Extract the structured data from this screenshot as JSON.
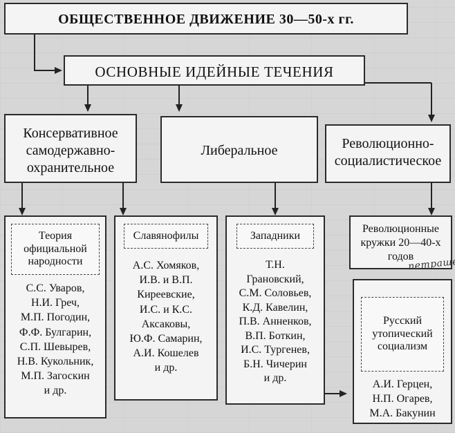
{
  "title": "ОБЩЕСТВЕННОЕ ДВИЖЕНИЕ 30—50-х гг.",
  "subtitle": "ОСНОВНЫЕ ИДЕЙНЫЕ ТЕЧЕНИЯ",
  "currents": [
    {
      "label": "Консервативное самодержавно-охранительное"
    },
    {
      "label": "Либеральное"
    },
    {
      "label": "Революционно-социалистическое"
    }
  ],
  "groups": [
    {
      "heading": "Теория официальной народности",
      "members": [
        "С.С. Уваров,",
        "Н.И. Греч,",
        "М.П. Погодин,",
        "Ф.Ф. Булгарин,",
        "С.П. Шевырев,",
        "Н.В. Кукольник,",
        "М.П. Загоскин",
        "и др."
      ]
    },
    {
      "heading": "Славянофилы",
      "members": [
        "А.С. Хомяков,",
        "И.В. и В.П.",
        "Киреевские,",
        "И.С. и К.С.",
        "Аксаковы,",
        "Ю.Ф. Самарин,",
        "А.И. Кошелев",
        "и др."
      ]
    },
    {
      "heading": "Западники",
      "members": [
        "Т.Н.",
        "Грановский,",
        "С.М. Соловьев,",
        "К.Д. Кавелин,",
        "П.В. Анненков,",
        "В.П. Боткин,",
        "И.С. Тургенев,",
        "Б.Н. Чичерин",
        "и др."
      ]
    },
    {
      "heading": "Революционные кружки 20—40-х годов",
      "signature": "петрашевцы"
    },
    {
      "heading": "Русский утопический социализм",
      "members": [
        "А.И. Герцен,",
        "Н.П. Огарев,",
        "М.А. Бакунин"
      ]
    }
  ]
}
